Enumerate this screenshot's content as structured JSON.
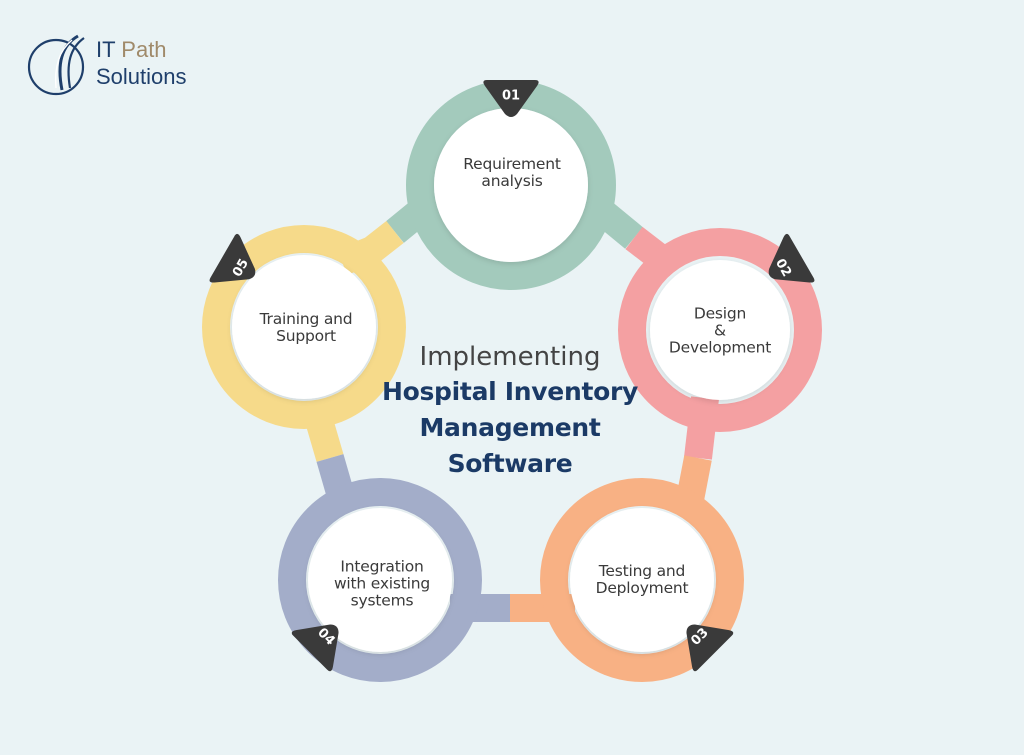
{
  "brand": {
    "name_part1": "IT",
    "name_part2": "Path",
    "name_line2": "Solutions",
    "primary_color": "#1f3f6b",
    "accent_color": "#a08a6a",
    "logo_icon": "swoosh-circle-icon"
  },
  "center": {
    "line1": "Implementing",
    "line2": "Hospital Inventory",
    "line3": "Management",
    "line4": "Software",
    "line1_color": "#444444",
    "title_color": "#1b3a66"
  },
  "steps": [
    {
      "number": "01",
      "label_line1": "Requirement",
      "label_line2": "analysis",
      "label_line3": "",
      "color": "#a3cabc"
    },
    {
      "number": "02",
      "label_line1": "Design",
      "label_line2": "&",
      "label_line3": "Development",
      "color": "#f4a0a2"
    },
    {
      "number": "03",
      "label_line1": "Testing and",
      "label_line2": "Deployment",
      "label_line3": "",
      "color": "#f8b184"
    },
    {
      "number": "04",
      "label_line1": "Integration",
      "label_line2": "with existing",
      "label_line3": "systems",
      "color": "#a3adc9"
    },
    {
      "number": "05",
      "label_line1": "Training and",
      "label_line2": "Support",
      "label_line3": "",
      "color": "#f6da8a"
    }
  ],
  "colors": {
    "background": "#eaf3f5",
    "badge": "#3a3a3a",
    "circle_fill": "#ffffff"
  }
}
